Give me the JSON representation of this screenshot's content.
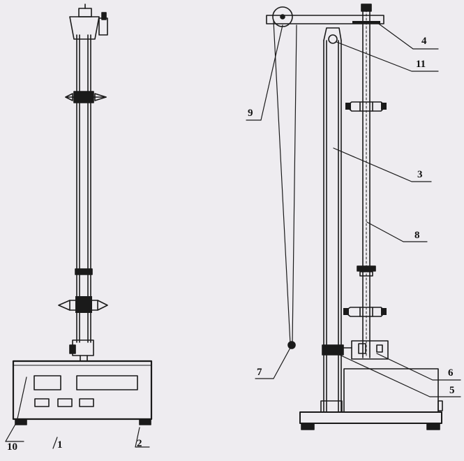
{
  "figure": {
    "callouts": [
      {
        "id": "callout-1",
        "label": "1"
      },
      {
        "id": "callout-2",
        "label": "2"
      },
      {
        "id": "callout-3",
        "label": "3"
      },
      {
        "id": "callout-4",
        "label": "4"
      },
      {
        "id": "callout-5",
        "label": "5"
      },
      {
        "id": "callout-6",
        "label": "6"
      },
      {
        "id": "callout-7",
        "label": "7"
      },
      {
        "id": "callout-8",
        "label": "8"
      },
      {
        "id": "callout-9",
        "label": "9"
      },
      {
        "id": "callout-10",
        "label": "10"
      },
      {
        "id": "callout-11",
        "label": "11"
      }
    ]
  },
  "colors": {
    "line": "#1a1a1a",
    "paper": "#eeecf0"
  }
}
